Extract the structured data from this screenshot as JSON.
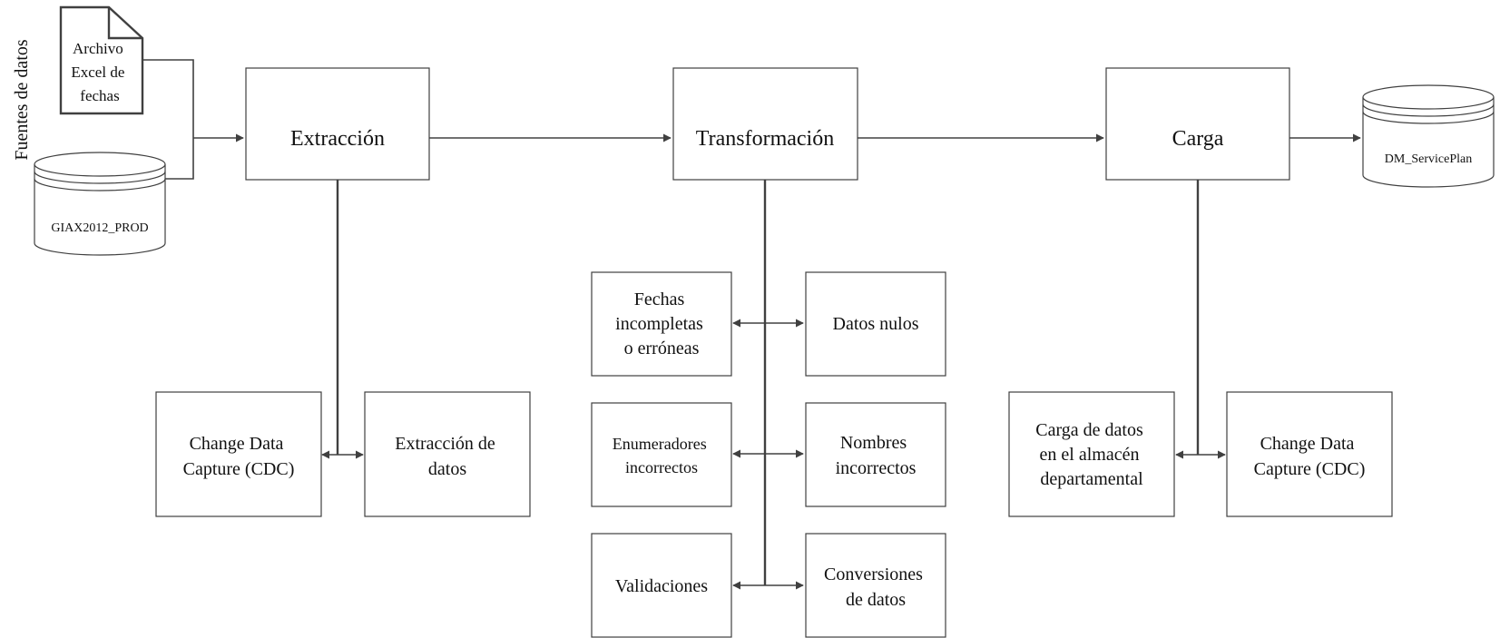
{
  "side_label": "Fuentes de datos",
  "sources": {
    "file": [
      "Archivo",
      "Excel de",
      "fechas"
    ],
    "database": "GIAX2012_PROD"
  },
  "destination": "DM_ServicePlan",
  "stages": {
    "extraction": "Extracción",
    "transformation": "Transformación",
    "load": "Carga"
  },
  "extraction_tasks": {
    "left": [
      "Change Data",
      "Capture (CDC)"
    ],
    "right": [
      "Extracción de",
      "datos"
    ]
  },
  "transformation_tasks": [
    [
      "Fechas",
      "incompletas",
      "o erróneas"
    ],
    [
      "Datos nulos"
    ],
    [
      "Enumeradores",
      "incorrectos"
    ],
    [
      "Nombres",
      "incorrectos"
    ],
    [
      "Validaciones"
    ],
    [
      "Conversiones",
      "de datos"
    ]
  ],
  "load_tasks": {
    "left": [
      "Carga de datos",
      "en el almacén",
      "departamental"
    ],
    "right": [
      "Change Data",
      "Capture (CDC)"
    ]
  },
  "colors": {
    "stroke": "#404040",
    "text": "#111111",
    "background": "#ffffff"
  }
}
